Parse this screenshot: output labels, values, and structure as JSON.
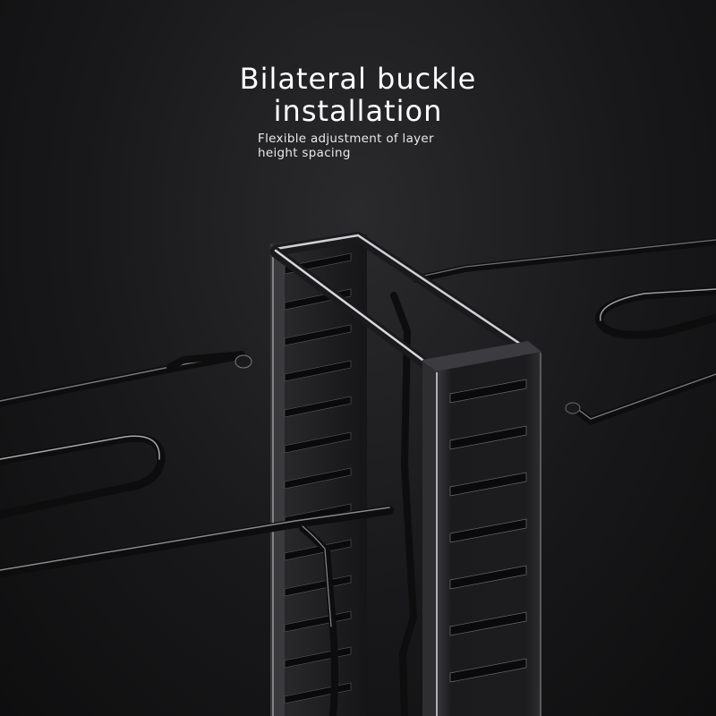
{
  "headline": {
    "line1": "Bilateral buckle",
    "line2": "installation"
  },
  "subtitle": {
    "line1": "Flexible adjustment of layer",
    "line2": "height spacing"
  },
  "colors": {
    "background": "#18181a",
    "metal": "#2b2b2e",
    "highlight": "#c8c8cc",
    "text": "#ffffff"
  }
}
